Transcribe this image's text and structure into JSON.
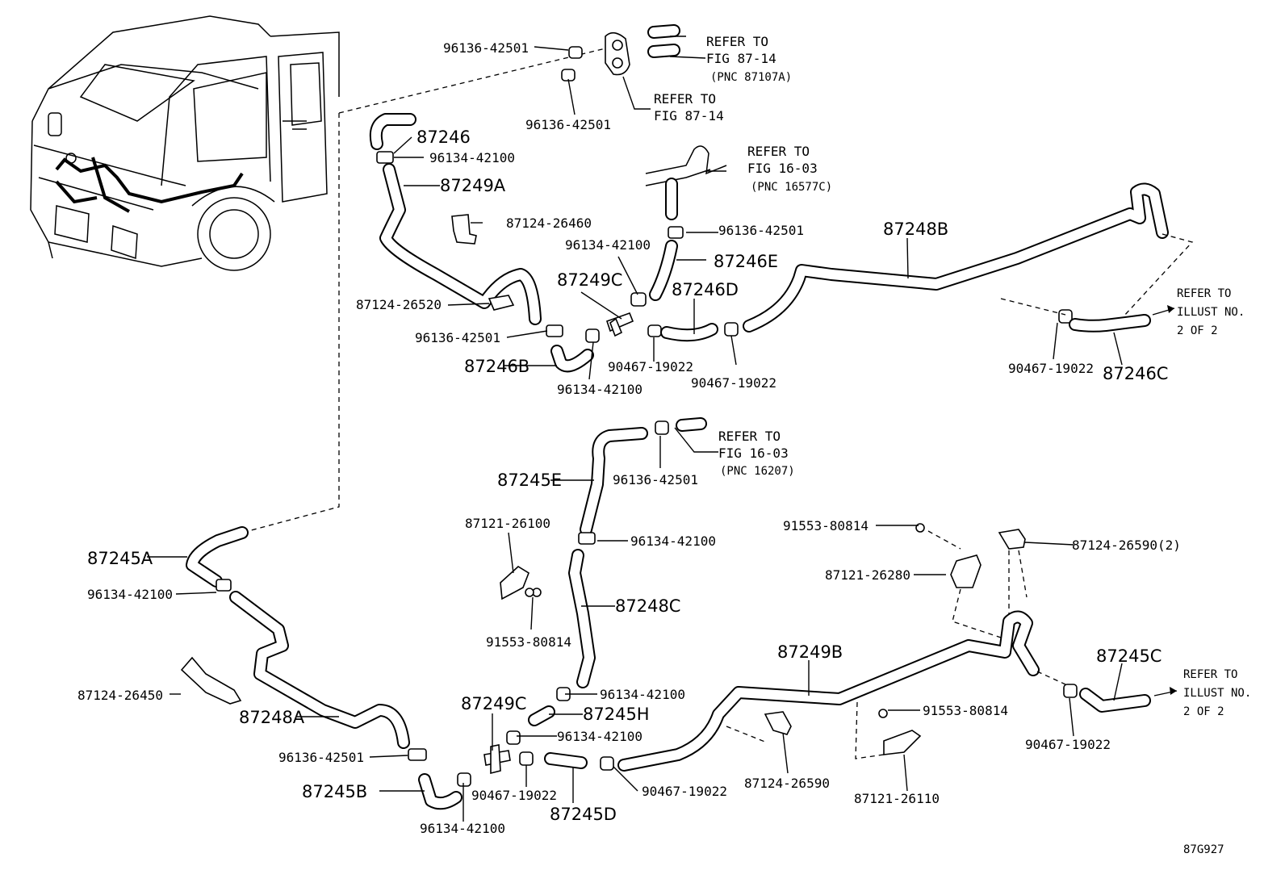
{
  "diagram": {
    "figure_code": "87G927",
    "callouts": [
      {
        "id": "c01",
        "text": "96136-42501"
      },
      {
        "id": "c02",
        "text": "96136-42501"
      },
      {
        "id": "c03",
        "text": "87246"
      },
      {
        "id": "c04",
        "text": "96134-42100"
      },
      {
        "id": "c05",
        "text": "87249A"
      },
      {
        "id": "c06",
        "text": "87124-26460"
      },
      {
        "id": "c07",
        "text": "96134-42100"
      },
      {
        "id": "c08",
        "text": "87249C"
      },
      {
        "id": "c09",
        "text": "87124-26520"
      },
      {
        "id": "c10",
        "text": "96136-42501"
      },
      {
        "id": "c11",
        "text": "87246B"
      },
      {
        "id": "c12",
        "text": "96134-42100"
      },
      {
        "id": "c13",
        "text": "90467-19022"
      },
      {
        "id": "c14",
        "text": "87246D"
      },
      {
        "id": "c15",
        "text": "90467-19022"
      },
      {
        "id": "c16",
        "text": "96136-42501"
      },
      {
        "id": "c17",
        "text": "87246E"
      },
      {
        "id": "c18",
        "text": "87248B"
      },
      {
        "id": "c19",
        "text": "90467-19022"
      },
      {
        "id": "c20",
        "text": "87246C"
      },
      {
        "id": "c21",
        "text": "96136-42501"
      },
      {
        "id": "c22",
        "text": "87245E"
      },
      {
        "id": "c23",
        "text": "87121-26100"
      },
      {
        "id": "c24",
        "text": "96134-42100"
      },
      {
        "id": "c25",
        "text": "87248C"
      },
      {
        "id": "c26",
        "text": "91553-80814"
      },
      {
        "id": "c27",
        "text": "87245A"
      },
      {
        "id": "c28",
        "text": "96134-42100"
      },
      {
        "id": "c29",
        "text": "87124-26450"
      },
      {
        "id": "c30",
        "text": "87248A"
      },
      {
        "id": "c31",
        "text": "96136-42501"
      },
      {
        "id": "c32",
        "text": "87245B"
      },
      {
        "id": "c33",
        "text": "96134-42100"
      },
      {
        "id": "c34",
        "text": "87249C"
      },
      {
        "id": "c35",
        "text": "96134-42100"
      },
      {
        "id": "c36",
        "text": "87245H"
      },
      {
        "id": "c37",
        "text": "96134-42100"
      },
      {
        "id": "c38",
        "text": "90467-19022"
      },
      {
        "id": "c39",
        "text": "87245D"
      },
      {
        "id": "c40",
        "text": "90467-19022"
      },
      {
        "id": "c41",
        "text": "87249B"
      },
      {
        "id": "c42",
        "text": "87124-26590"
      },
      {
        "id": "c43",
        "text": "91553-80814"
      },
      {
        "id": "c44",
        "text": "87121-26280"
      },
      {
        "id": "c45",
        "text": "87124-26590(2)"
      },
      {
        "id": "c46",
        "text": "91553-80814"
      },
      {
        "id": "c47",
        "text": "87121-26110"
      },
      {
        "id": "c48",
        "text": "87245C"
      },
      {
        "id": "c49",
        "text": "90467-19022"
      }
    ],
    "references": [
      {
        "id": "r1",
        "lines": [
          "REFER TO",
          "FIG 87-14",
          "(PNC 87107A)"
        ]
      },
      {
        "id": "r2",
        "lines": [
          "REFER TO",
          "FIG 87-14"
        ]
      },
      {
        "id": "r3",
        "lines": [
          "REFER TO",
          "FIG 16-03",
          "(PNC 16577C)"
        ]
      },
      {
        "id": "r4",
        "lines": [
          "REFER TO",
          "ILLUST NO.",
          "2 OF 2"
        ]
      },
      {
        "id": "r5",
        "lines": [
          "REFER TO",
          "FIG 16-03",
          "(PNC 16207)"
        ]
      },
      {
        "id": "r6",
        "lines": [
          "REFER TO",
          "ILLUST NO.",
          "2 OF 2"
        ]
      }
    ]
  }
}
